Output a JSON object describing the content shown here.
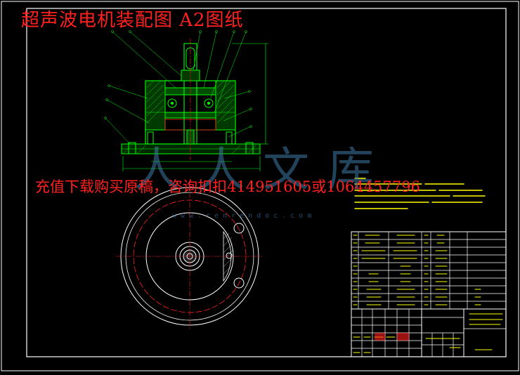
{
  "drawing": {
    "title": "超声波电机装配图 A2图纸",
    "promo": "充值下载购买原稿，咨询扣扣414951605或1064457796",
    "watermark_text": "人人文库",
    "watermark_url": "www.renrendoc.com",
    "colors": {
      "background": "#000000",
      "frame": "#ffffff",
      "title": "#ff2020",
      "geometry": "#00ff00",
      "center_line": "#ff2020",
      "dimension": "#00ff00",
      "text": "#ffff00",
      "watermark": "#3f7aa8"
    }
  }
}
